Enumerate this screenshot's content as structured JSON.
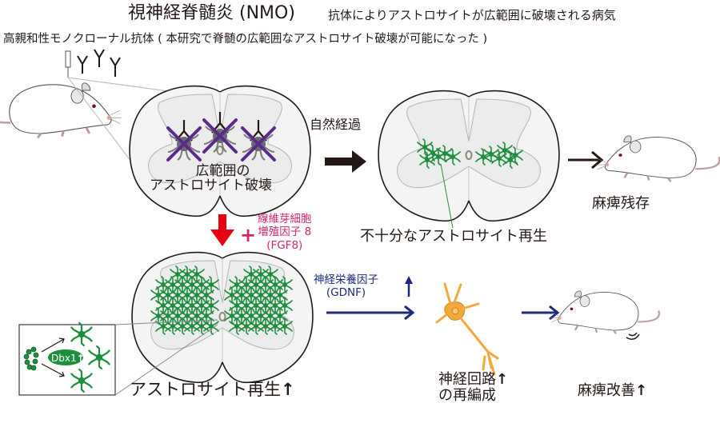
{
  "title": {
    "main": "視神経脊髄炎 (NMO)",
    "sub": "抗体によりアストロサイトが広範囲に破壊される病気"
  },
  "antibody_note": "高親和性モノクローナル抗体 ( 本研究で脊髄の広範囲なアストロサイト破壊が可能になった )",
  "top_row": {
    "lesion_label_line1": "広範囲の",
    "lesion_label_line2": "アストロサイト破壊",
    "natural_course_label": "自然経過",
    "insufficient_regen_label": "不十分なアストロサイト再生",
    "outcome_label": "麻痺残存"
  },
  "treatment": {
    "plus_symbol": "+",
    "line1": "線維芽細胞",
    "line2": "増殖因子 8",
    "line3": "(FGF8)"
  },
  "bottom_row": {
    "regen_label": "アストロサイト再生",
    "inset_badge": "Dbx1",
    "gdnf_line1": "神経栄養因子",
    "gdnf_line2": "(GDNF)",
    "circuit_line1": "神経回路",
    "circuit_line2": "の再編成",
    "outcome_label": "麻痺改善",
    "up_arrow": "↑"
  },
  "icons": {
    "syringe": "syringe-icon",
    "antibody": "antibody-y-icon",
    "mouse": "mouse-icon",
    "astrocyte": "astrocyte-icon",
    "neuron": "neuron-icon",
    "progenitor": "ependymal-cell-cluster-icon"
  },
  "colors": {
    "text": "#231815",
    "fgf_magenta": "#d6246e",
    "gdnf_navy": "#1d2a7c",
    "red_arrow": "#e60012",
    "astrocyte_green": "#1e8f3e",
    "destroyed_astrocyte": "#6b6b6b",
    "cross_purple": "#5b2a8c",
    "neuron_orange": "#f3a93a",
    "cord_fill": "#f4f4f4"
  }
}
